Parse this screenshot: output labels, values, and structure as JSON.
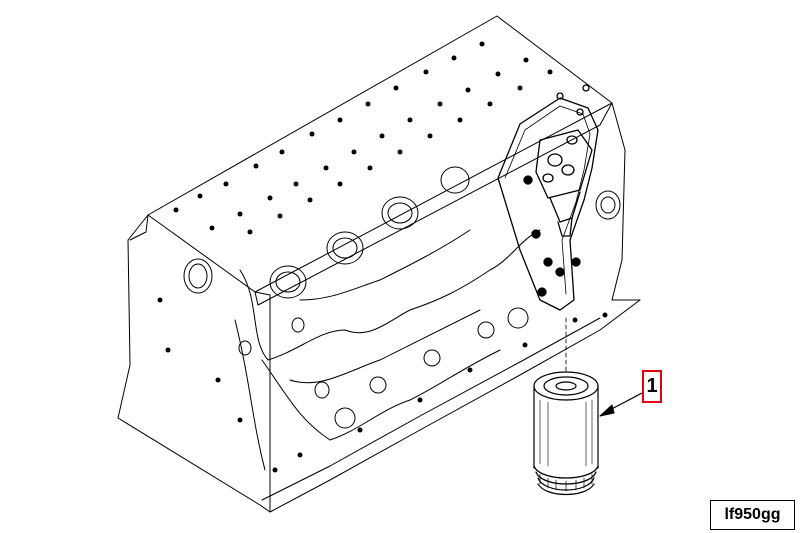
{
  "callout": {
    "label": "1",
    "border_color": "#e0000f"
  },
  "figure": {
    "code": "lf950gg"
  },
  "diagram": {
    "line_color": "#000000",
    "parts": [
      "engine-block",
      "oil-filter-head",
      "oil-filter"
    ]
  }
}
